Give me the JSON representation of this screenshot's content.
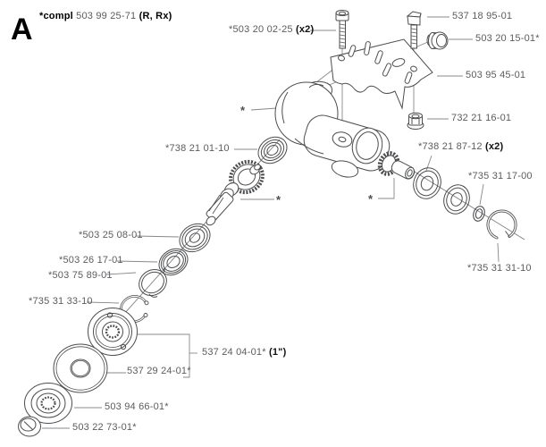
{
  "figure": {
    "corner_letter": "A",
    "title": {
      "prefix": "*compl",
      "number": "503 99 25-71",
      "suffix": "(R, Rx)"
    }
  },
  "markers": {
    "asterisk": "*"
  },
  "part_labels": {
    "p537_18_95_01": {
      "text": "537 18 95-01"
    },
    "p503_20_02_25": {
      "text": "*503 20 02-25",
      "qty": "(x2)"
    },
    "p503_20_15_01": {
      "text": "503 20 15-01*"
    },
    "p503_95_45_01": {
      "text": "503 95 45-01"
    },
    "p732_21_16_01": {
      "text": "732 21 16-01"
    },
    "p738_21_87_12": {
      "text": "*738 21 87-12",
      "qty": "(x2)"
    },
    "p735_31_17_00": {
      "text": "*735 31 17-00"
    },
    "p735_31_31_10": {
      "text": "*735 31 31-10"
    },
    "p738_21_01_10": {
      "text": "*738 21 01-10"
    },
    "p503_25_08_01": {
      "text": "*503 25 08-01"
    },
    "p503_26_17_01": {
      "text": "*503 26 17-01"
    },
    "p503_75_89_01": {
      "text": "*503 75 89-01"
    },
    "p735_31_33_10": {
      "text": "*735 31 33-10"
    },
    "p537_24_04_01": {
      "text": "537 24 04-01*",
      "qty": "(1\")"
    },
    "p537_29_24_01": {
      "text": "537 29 24-01*"
    },
    "p503_94_66_01": {
      "text": "503 94 66-01*"
    },
    "p503_22_73_01": {
      "text": "503 22 73-01*"
    }
  },
  "colors": {
    "background": "#ffffff",
    "part_line": "#4c4d4f",
    "leader_line": "#87888b",
    "label_text": "#5b5c5e",
    "label_bold_text": "#101011"
  }
}
